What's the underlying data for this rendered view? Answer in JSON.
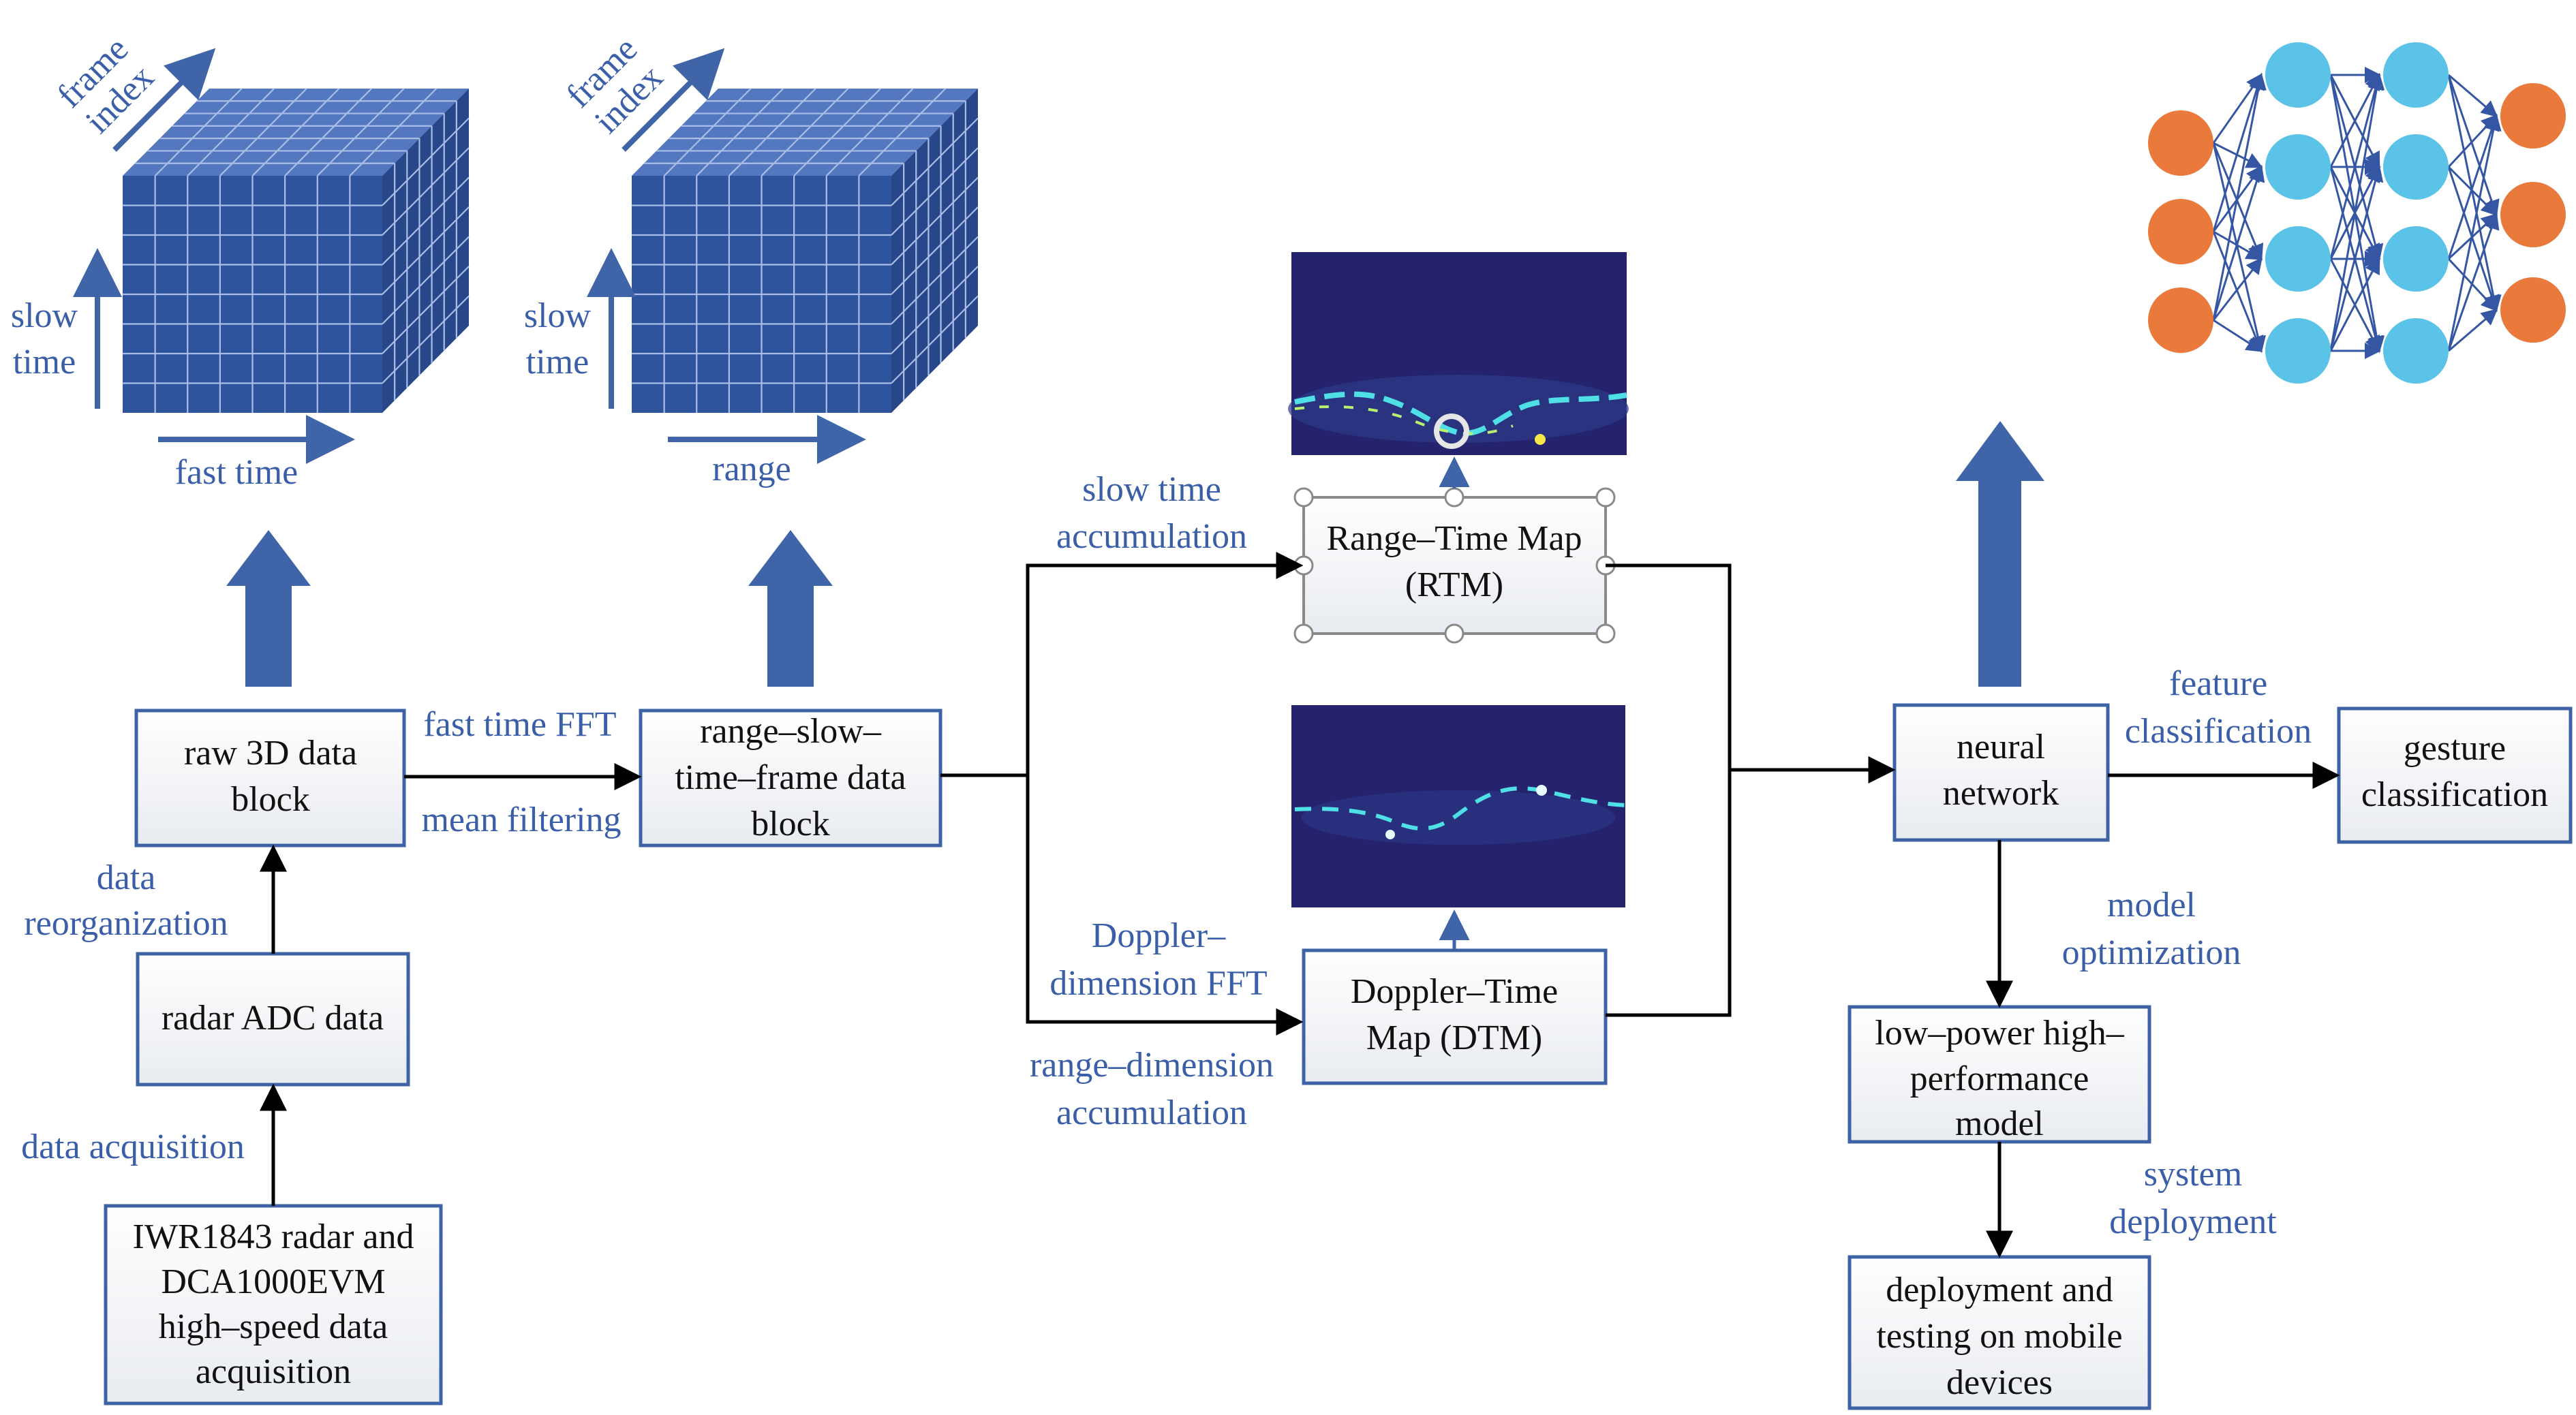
{
  "cubes": {
    "left": {
      "depth_axis": [
        "frame",
        "index"
      ],
      "vertical_axis": [
        "slow",
        "time"
      ],
      "horizontal_axis": "fast time"
    },
    "right": {
      "depth_axis": [
        "frame",
        "index"
      ],
      "vertical_axis": [
        "slow",
        "time"
      ],
      "horizontal_axis": "range"
    }
  },
  "boxes": {
    "radar_system": [
      "IWR1843 radar and",
      "DCA1000EVM",
      "high–speed data",
      "acquisition"
    ],
    "radar_adc": [
      "radar ADC data"
    ],
    "raw_3d": [
      "raw 3D data",
      "block"
    ],
    "range_slow": [
      "range–slow–",
      "time–frame data",
      "block"
    ],
    "rtm": [
      "Range–Time Map",
      "(RTM)"
    ],
    "dtm": [
      "Doppler–Time",
      "Map (DTM)"
    ],
    "neural_network": [
      "neural",
      "network"
    ],
    "gesture": [
      "gesture",
      "classification"
    ],
    "low_power": [
      "low–power high–",
      "performance",
      "model"
    ],
    "deployment": [
      "deployment and",
      "testing on mobile",
      "devices"
    ]
  },
  "labels": {
    "data_acquisition": "data acquisition",
    "data_reorganization": [
      "data",
      "reorganization"
    ],
    "fast_time_fft": "fast time FFT",
    "mean_filtering": "mean filtering",
    "slow_time_accumulation": [
      "slow time",
      "accumulation"
    ],
    "doppler_fft": [
      "Doppler–",
      "dimension FFT"
    ],
    "range_accumulation": [
      "range–dimension",
      "accumulation"
    ],
    "feature_classification": [
      "feature",
      "classification"
    ],
    "model_optimization": [
      "model",
      "optimization"
    ],
    "system_deployment": [
      "system",
      "deployment"
    ]
  },
  "colors": {
    "box_border": "#3d63a6",
    "label_text": "#3a5fa8",
    "big_arrow": "#3f65a8",
    "cube_face": "#2f549e",
    "nn_input_nodes": "#ea7a3c",
    "nn_hidden_nodes": "#5bc3e8",
    "nn_output_nodes": "#ea7a3c",
    "heatmap_background": "#25226e",
    "heatmap_trace": "#4fe0e6"
  },
  "neural_net_layers": [
    3,
    4,
    4,
    3
  ]
}
